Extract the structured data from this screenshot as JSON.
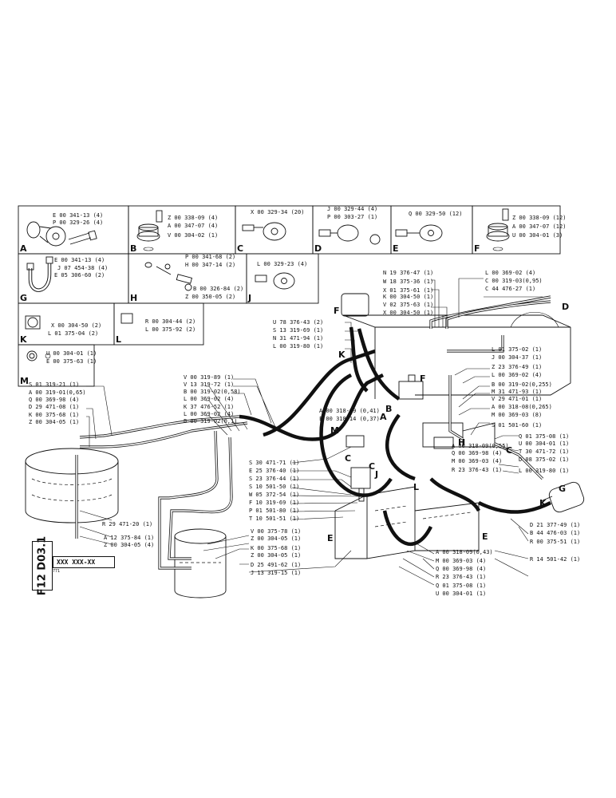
{
  "sheet": {
    "code": "F12 D03.1",
    "part_number": "XXX XXX-XX",
    "small_note": "771"
  },
  "detail_boxes": [
    {
      "letter": "A",
      "lines": [
        "E 00 341-13 (4)",
        "P 00 329-26 (4)"
      ]
    },
    {
      "letter": "B",
      "lines": [
        "Z 00 338-09 (4)",
        "A 00 347-07 (4)",
        "V 00 304-02 (1)"
      ]
    },
    {
      "letter": "C",
      "lines": [
        "X 00 329-34 (20)"
      ]
    },
    {
      "letter": "D",
      "lines": [
        "J 00 329-44 (4)",
        "P 00 303-27 (1)"
      ]
    },
    {
      "letter": "E",
      "lines": [
        "Q 00 329-50 (12)"
      ]
    },
    {
      "letter": "F",
      "lines": [
        "Z 00 338-09 (12)",
        "A 00 347-07 (12)",
        "U 00 304-01 (3)"
      ]
    },
    {
      "letter": "G",
      "lines": [
        "E 00 341-13 (4)",
        "J 07 454-38 (4)",
        "E 05 306-60 (2)"
      ]
    },
    {
      "letter": "H",
      "lines": [
        "P 00 341-68 (2)",
        "H 00 347-14 (2)",
        "B 00 326-84 (2)",
        "Z 00 350-05 (2)"
      ]
    },
    {
      "letter": "J",
      "lines": [
        "L 00 329-23 (4)"
      ]
    },
    {
      "letter": "K",
      "lines": [
        "X 00 304-50 (2)",
        "L 01 375-04 (2)"
      ]
    },
    {
      "letter": "L",
      "lines": [
        "R 00 304-44 (2)",
        "L 00 375-92 (2)"
      ]
    },
    {
      "letter": "M",
      "lines": [
        "U 00 304-01 (1)",
        "E 00 375-63 (1)"
      ]
    }
  ],
  "callouts": {
    "top_right": [
      "N 19 376-47 (1)",
      "W 18 375-36 (1)",
      "X 01 375-61 (1)",
      "K 00 304-50 (1)",
      "V 02 375-63 (1)",
      "X 00 304-50 (1)"
    ],
    "top_far_right": [
      "L 00 369-02 (4)",
      "C 00 319-03(0,95)",
      "C 44 476-27 (1)"
    ],
    "upper_mid": [
      "U 78 376-43 (2)",
      "S 13 319-69 (1)",
      "N 31 471-94 (1)",
      "L 00 319-80 (1)"
    ],
    "left_mid": [
      "V 00 319-89 (1)",
      "V 13 319-72 (1)",
      "B 00 319-02(0,58)",
      "L 00 369-02 (4)",
      "K 37 476-52 (1)",
      "L 00 369-02 (4)",
      "B 00 319-02(0,1)"
    ],
    "far_left": [
      "S 01 319-21 (1)",
      "A 00 319-01(0,65)",
      "Q 00 369-98 (4)",
      "D 29 471-08 (1)",
      "K 00 375-68 (1)",
      "Z 00 304-05 (1)"
    ],
    "right_mid": [
      "L 01 375-02 (1)",
      "J 00 304-37 (1)",
      "Z 23 376-49 (1)",
      "L 00 369-02 (4)",
      "B 00 319-02(0,255)",
      "M 31 471-93 (1)",
      "V 29 471-01 (1)",
      "A 00 318-08(0,265)",
      "M 00 369-03 (8)",
      "S 01 501-60 (1)"
    ],
    "center_small": [
      "A 00 318-09 (0,41)",
      "F 00 318-14 (0,37)"
    ],
    "right_lower": [
      "Q 01 375-08 (1)",
      "U 00 304-01 (1)",
      "A 00 318-09(0,55)",
      "T 30 471-72 (1)",
      "Q 00 369-98 (4)",
      "D 08 375-02 (1)",
      "M 00 369-03 (4)",
      "L 00 319-80 (1)",
      "R 23 376-43 (1)"
    ],
    "center_list": [
      "S 30 471-71 (1)",
      "E 25 376-40 (1)",
      "S 23 376-44 (1)",
      "S 10 501-50 (1)",
      "W 05 372-54 (1)",
      "F 10 319-69 (1)",
      "P 01 501-80 (1)",
      "T 10 501-51 (1)"
    ],
    "lower_left": [
      "R 29 471-20 (1)",
      "A 12 375-84 (1)",
      "Z 00 304-05 (4)"
    ],
    "lower_center": [
      "V 00 375-78 (1)",
      "Z 00 304-05 (1)",
      "K 00 375-68 (1)",
      "Z 00 304-05 (1)",
      "D 25 491-62 (1)",
      "J 13 319-15 (1)"
    ],
    "lower_right": [
      "D 21 377-49 (1)",
      "B 44 476-03 (1)",
      "R 00 375-51 (1)",
      "R 14 501-42 (1)"
    ],
    "bottom_mid": [
      "A 00 318-09(0,43)",
      "M 00 369-03 (4)",
      "Q 00 369-98 (4)",
      "R 23 376-43 (1)",
      "Q 01 375-08 (1)",
      "U 00 304-01 (1)"
    ]
  },
  "diagram_letters": [
    "F",
    "K",
    "B",
    "A",
    "F",
    "M",
    "J",
    "C",
    "C",
    "L",
    "E",
    "E",
    "H",
    "C",
    "G",
    "K",
    "D"
  ]
}
